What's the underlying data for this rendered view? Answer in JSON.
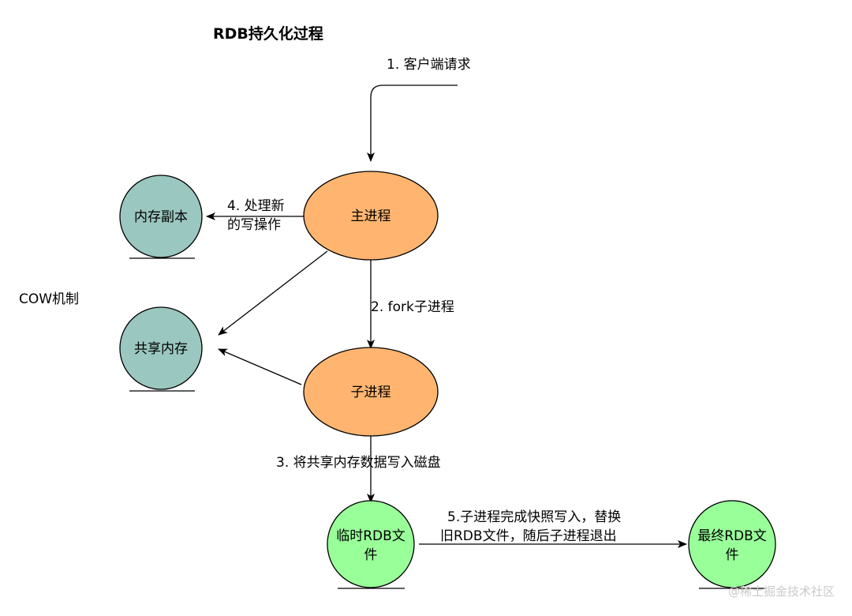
{
  "title": "RDB持久化过程",
  "side_note": "COW机制",
  "colors": {
    "process_fill": "#ffb570",
    "memory_fill": "#9ac7bf",
    "file_fill": "#99ff99",
    "stroke": "#000000",
    "watermark": "#c9c9c9"
  },
  "nodes": {
    "main_process": "主进程",
    "child_process": "子进程",
    "memory_copy": "内存副本",
    "shared_memory": "共享内存",
    "temp_rdb": [
      "临时RDB文",
      "件"
    ],
    "final_rdb": [
      "最终RDB文",
      "件"
    ]
  },
  "edges": {
    "client_request": "1. 客户端请求",
    "fork": "2. fork子进程",
    "write_disk": "3. 将共享内存数据写入磁盘",
    "handle_writes": [
      "4. 处理新",
      "的写操作"
    ],
    "replace": [
      "5.子进程完成快照写入，替换",
      "旧RDB文件，随后子进程退出"
    ]
  },
  "watermark": "@稀土掘金技术社区"
}
